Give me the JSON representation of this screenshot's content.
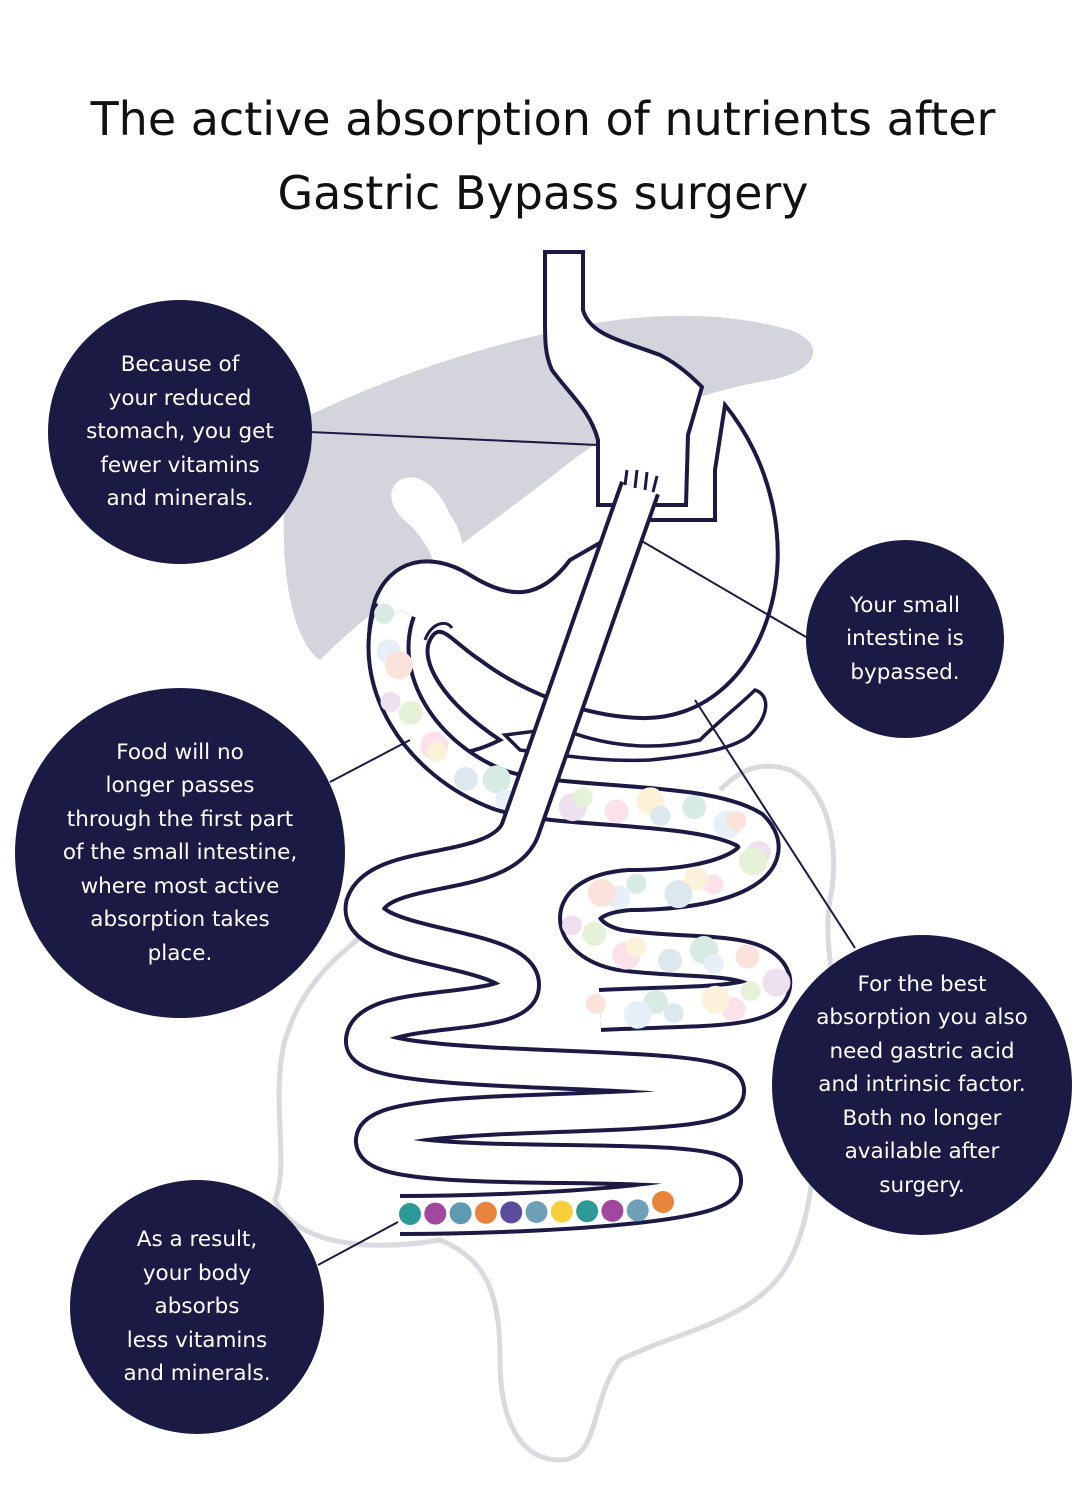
{
  "title": {
    "line1": "The active absorption of nutrients after",
    "line2": "Gastric Bypass surgery"
  },
  "callouts": [
    {
      "id": "reduced-stomach",
      "lines": [
        "Because of",
        "your reduced",
        "stomach, you get",
        "fewer vitamins",
        "and minerals."
      ]
    },
    {
      "id": "bypassed",
      "lines": [
        "Your small",
        "intestine is",
        "bypassed."
      ]
    },
    {
      "id": "first-part",
      "lines": [
        "Food will no",
        "longer passes",
        "through the first part",
        "of the small intestine,",
        "where most active",
        "absorption takes",
        "place."
      ]
    },
    {
      "id": "gastric-acid",
      "lines": [
        "For the best",
        "absorption you also",
        "need gastric acid",
        "and intrinsic factor.",
        "Both no longer",
        "available after",
        "surgery."
      ]
    },
    {
      "id": "result",
      "lines": [
        "As a result,",
        "your body",
        "absorbs",
        "less vitamins",
        "and minerals."
      ]
    }
  ],
  "colors": {
    "navy": "#1b1a44",
    "liver": "#d3d4dc",
    "colon": "#d9d9e0",
    "nutrients": [
      "#2e9a97",
      "#a1479e",
      "#5f9bb0",
      "#e8843c",
      "#5b4a9d",
      "#6fa0b8",
      "#f7cf3c",
      "#2e9a97",
      "#a1479e",
      "#6fa0b8",
      "#e8843c"
    ],
    "pastels": [
      "#d7ebe2",
      "#e7f0f8",
      "#fbe3dc",
      "#eee0ef",
      "#e6f2d8",
      "#fbe1ea",
      "#fcf2d9",
      "#dde8ee"
    ]
  }
}
